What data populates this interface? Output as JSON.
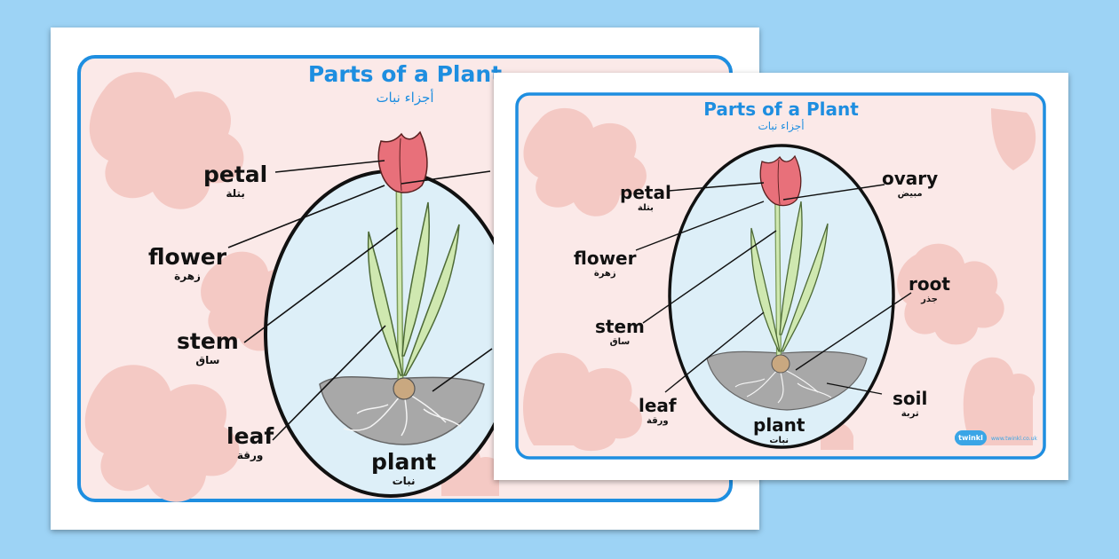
{
  "title": "Parts of a Plant",
  "subtitle": "أجزاء نبات",
  "labels": {
    "petal": {
      "en": "petal",
      "ar": "بتلة"
    },
    "flower": {
      "en": "flower",
      "ar": "زهرة"
    },
    "stem": {
      "en": "stem",
      "ar": "ساق"
    },
    "leaf": {
      "en": "leaf",
      "ar": "ورقة"
    },
    "plant": {
      "en": "plant",
      "ar": "نبات"
    },
    "ovary": {
      "en": "ovary",
      "ar": "مبيض"
    },
    "root": {
      "en": "root",
      "ar": "جذر"
    },
    "soil": {
      "en": "soil",
      "ar": "تربة"
    }
  },
  "logo": {
    "name": "twinkl",
    "url": "www.twinkl.co.uk"
  },
  "colors": {
    "background": "#9dd3f5",
    "frame": "#1e8ee0",
    "panel": "#fbe9e8",
    "blob": "#f4c9c4",
    "ellipse": "#ddeff8",
    "petal": "#e8707a",
    "leaf": "#cfe8b0",
    "soil": "#a8a8a8"
  }
}
